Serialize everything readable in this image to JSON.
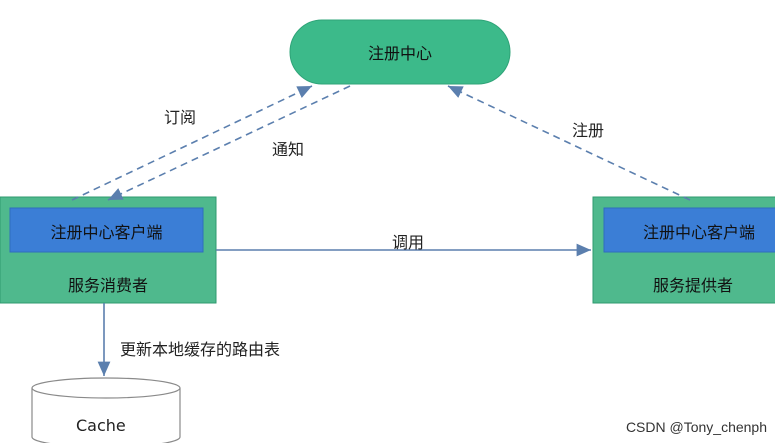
{
  "registry": {
    "label": "注册中心"
  },
  "consumer": {
    "client_label": "注册中心客户端",
    "role_label": "服务消费者"
  },
  "provider": {
    "client_label": "注册中心客户端",
    "role_label": "服务提供者"
  },
  "edges": {
    "subscribe": "订阅",
    "notify": "通知",
    "register": "注册",
    "invoke": "调用",
    "update_cache": "更新本地缓存的路由表"
  },
  "cache": {
    "label": "Cache"
  },
  "watermark": {
    "text": "CSDN @Tony_chenph"
  },
  "colors": {
    "registry_fill": "#3cba8a",
    "box_fill": "#4fb98d",
    "box_stroke": "#2f9a6f",
    "client_fill": "#3b7ed6",
    "arrow": "#5b7fae"
  }
}
